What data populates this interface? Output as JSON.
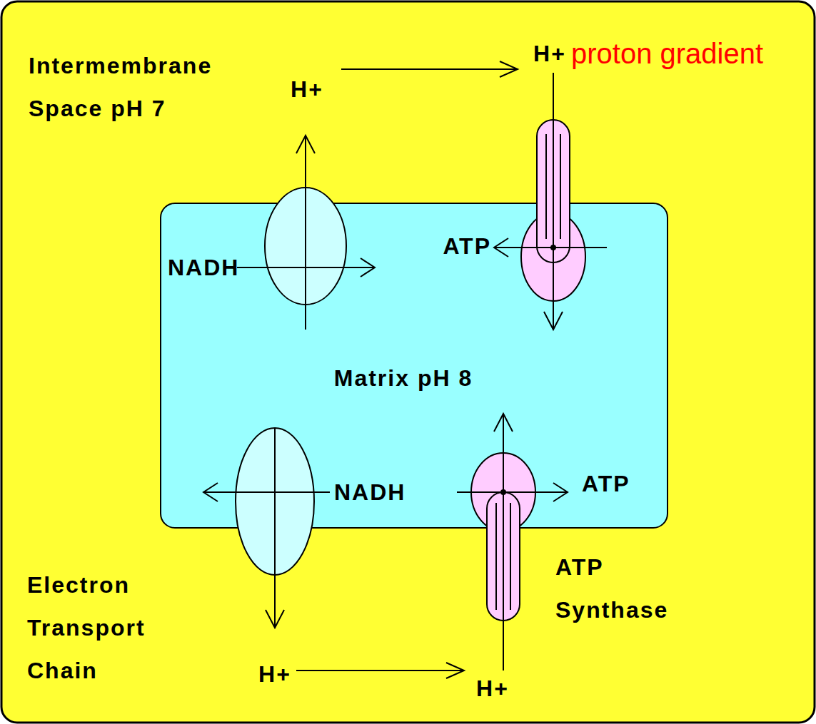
{
  "diagram": {
    "nodes": [
      {
        "text": [
          "Intermembrane Space pH 7"
        ]
      },
      {
        "text": [
          "Matrix pH 8"
        ],
        "in": 0
      }
    ],
    "labels": [
      "H+",
      "H+",
      "proton gradient",
      "NADH",
      "ATP",
      "NADH",
      "ATP",
      "Electron Transport Chain",
      "ATP Synthase",
      "H+",
      "H+"
    ]
  }
}
